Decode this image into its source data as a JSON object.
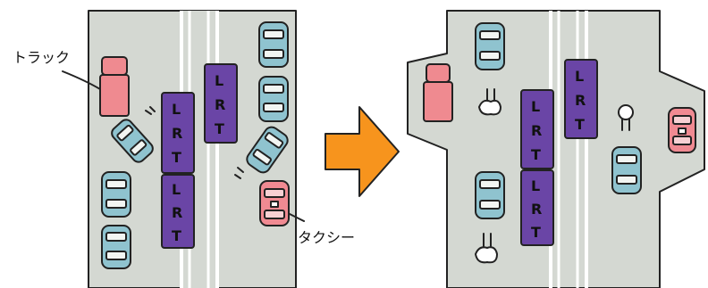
{
  "labels": {
    "truck": "トラック",
    "taxi": "タクシー",
    "lrt_letters": [
      "L",
      "R",
      "T"
    ]
  },
  "colors": {
    "road": "#d4d8d2",
    "car_body": "#8fc3cf",
    "car_window": "#f2f5f2",
    "truck": "#ef8a90",
    "taxi": "#f08a92",
    "lrt": "#6a45a6",
    "arrow": "#f7941d",
    "lane_line": "#ffffff",
    "outline": "#222222"
  },
  "icons": [
    "truck-icon",
    "taxi-icon",
    "car-icon",
    "lrt-tram-icon",
    "right-arrow-icon",
    "pedestrian-icon"
  ]
}
